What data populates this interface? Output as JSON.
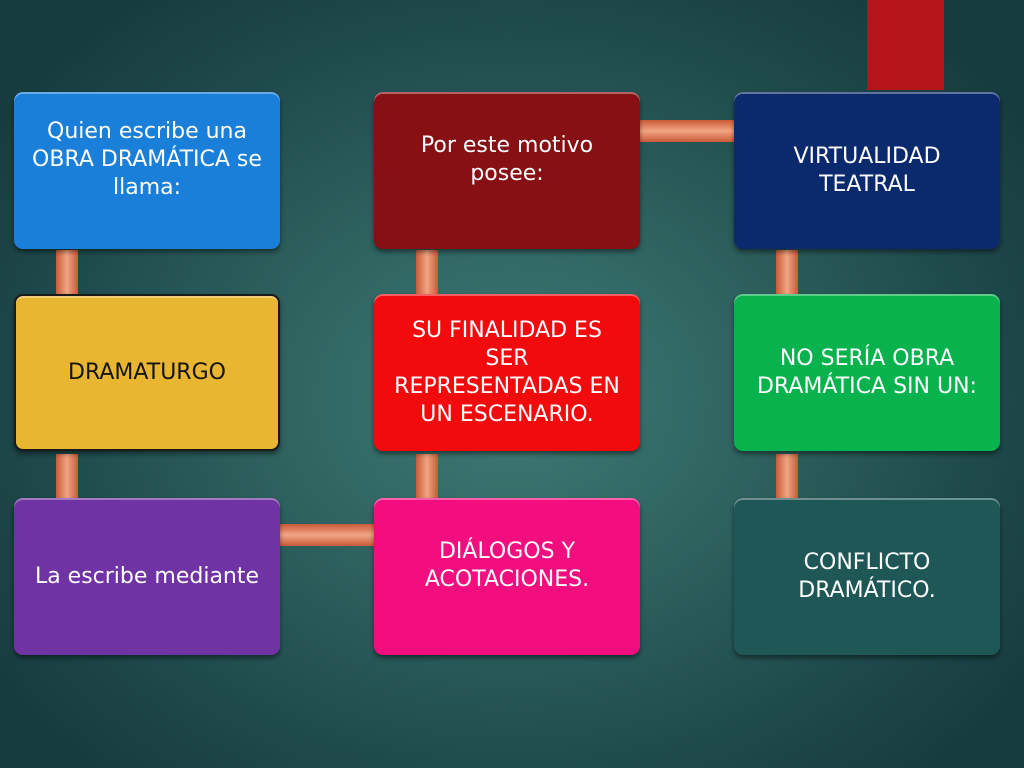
{
  "diagram": {
    "nodes": [
      {
        "id": "quien-escribe",
        "text": "Quien escribe una OBRA DRAMÁTICA se llama:",
        "color": "#1a7fd8"
      },
      {
        "id": "dramaturgo",
        "text": "DRAMATURGO",
        "color": "#e8b631"
      },
      {
        "id": "la-escribe",
        "text": "La escribe mediante",
        "color": "#7033a3"
      },
      {
        "id": "por-este-motivo",
        "text": "Por este motivo posee:",
        "color": "#861014"
      },
      {
        "id": "su-finalidad",
        "text": "SU FINALIDAD ES SER REPRESENTADAS EN UN ESCENARIO.",
        "color": "#f20a0d"
      },
      {
        "id": "dialogos",
        "text": "DIÁLOGOS Y ACOTACIONES.",
        "color": "#f20e7e"
      },
      {
        "id": "virtualidad",
        "text": "VIRTUALIDAD TEATRAL",
        "color": "#0b2a6e"
      },
      {
        "id": "no-seria",
        "text": "NO SERÍA OBRA DRAMÁTICA SIN UN:",
        "color": "#08b24c"
      },
      {
        "id": "conflicto",
        "text": "CONFLICTO DRAMÁTICO.",
        "color": "#1f5656"
      }
    ],
    "accent_colors": {
      "connector": "#e2825e",
      "bookmark": "#b3151b"
    }
  }
}
